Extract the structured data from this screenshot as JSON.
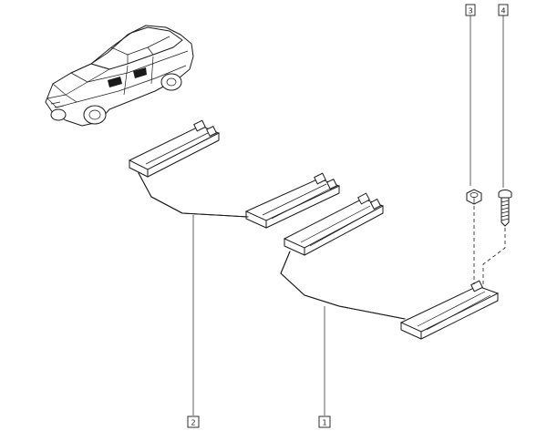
{
  "callouts": [
    {
      "id": "c1",
      "label": "1"
    },
    {
      "id": "c2",
      "label": "2"
    },
    {
      "id": "c3",
      "label": "3"
    },
    {
      "id": "c4",
      "label": "4"
    }
  ]
}
